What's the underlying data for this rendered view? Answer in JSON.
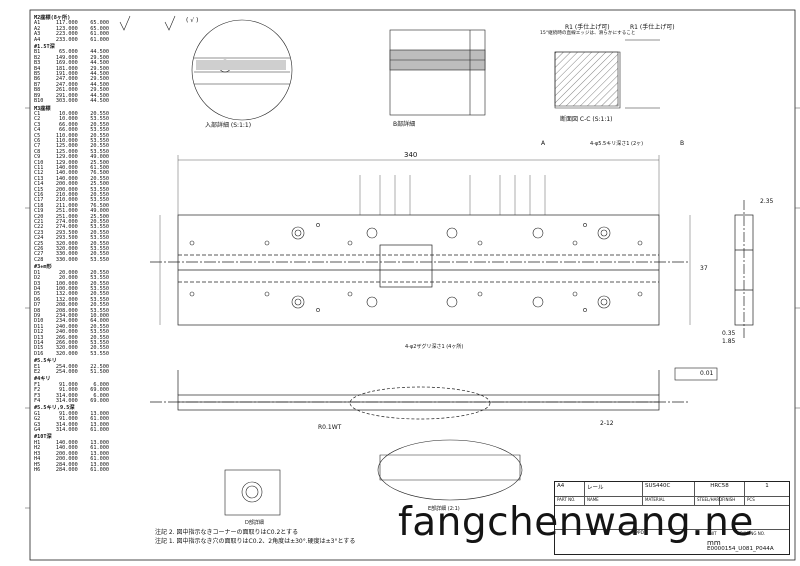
{
  "coord_table": {
    "sections": [
      {
        "title": "M2座標(8ヶ所)",
        "rows": [
          [
            "A1",
            "117.000",
            "65.000"
          ],
          [
            "A2",
            "123.000",
            "65.000"
          ],
          [
            "A3",
            "223.000",
            "61.000"
          ],
          [
            "A4",
            "233.000",
            "61.000"
          ]
        ]
      },
      {
        "title": "#1.5T深",
        "rows": [
          [
            "B1",
            "65.000",
            "44.500"
          ],
          [
            "B2",
            "149.000",
            "29.500"
          ],
          [
            "B3",
            "169.000",
            "44.500"
          ],
          [
            "B4",
            "181.000",
            "29.500"
          ],
          [
            "B5",
            "191.000",
            "44.500"
          ],
          [
            "B6",
            "247.000",
            "29.500"
          ],
          [
            "B7",
            "247.000",
            "44.500"
          ],
          [
            "B8",
            "261.000",
            "29.500"
          ],
          [
            "B9",
            "291.000",
            "44.500"
          ],
          [
            "B10",
            "303.000",
            "44.500"
          ]
        ]
      },
      {
        "title": "M3座標",
        "rows": [
          [
            "C1",
            "10.000",
            "20.550"
          ],
          [
            "C2",
            "10.000",
            "53.550"
          ],
          [
            "C3",
            "66.000",
            "20.550"
          ],
          [
            "C4",
            "66.000",
            "53.550"
          ],
          [
            "C5",
            "110.000",
            "20.550"
          ],
          [
            "C6",
            "110.000",
            "53.550"
          ],
          [
            "C7",
            "125.000",
            "20.550"
          ],
          [
            "C8",
            "125.000",
            "53.550"
          ],
          [
            "C9",
            "129.000",
            "49.000"
          ],
          [
            "C10",
            "129.000",
            "25.500"
          ],
          [
            "C11",
            "140.000",
            "61.500"
          ],
          [
            "C12",
            "140.000",
            "76.500"
          ],
          [
            "C13",
            "140.000",
            "20.550"
          ],
          [
            "C14",
            "200.000",
            "25.500"
          ],
          [
            "C15",
            "200.000",
            "53.550"
          ],
          [
            "C16",
            "210.000",
            "20.550"
          ],
          [
            "C17",
            "210.000",
            "53.550"
          ],
          [
            "C18",
            "211.000",
            "76.500"
          ],
          [
            "C19",
            "251.000",
            "49.000"
          ],
          [
            "C20",
            "251.000",
            "25.500"
          ],
          [
            "C21",
            "274.000",
            "20.550"
          ],
          [
            "C22",
            "274.000",
            "53.550"
          ],
          [
            "C23",
            "293.500",
            "20.550"
          ],
          [
            "C24",
            "293.500",
            "53.550"
          ],
          [
            "C25",
            "320.000",
            "20.550"
          ],
          [
            "C26",
            "320.000",
            "53.550"
          ],
          [
            "C27",
            "330.000",
            "20.550"
          ],
          [
            "C28",
            "330.000",
            "53.550"
          ]
        ]
      },
      {
        "title": "#3+m形",
        "rows": [
          [
            "D1",
            "20.000",
            "20.550"
          ],
          [
            "D2",
            "20.000",
            "53.550"
          ],
          [
            "D3",
            "100.000",
            "20.550"
          ],
          [
            "D4",
            "100.000",
            "53.550"
          ],
          [
            "D5",
            "132.000",
            "20.550"
          ],
          [
            "D6",
            "132.000",
            "53.550"
          ],
          [
            "D7",
            "208.000",
            "20.550"
          ],
          [
            "D8",
            "208.000",
            "53.550"
          ],
          [
            "D9",
            "234.000",
            "10.000"
          ],
          [
            "D10",
            "234.000",
            "64.000"
          ],
          [
            "D11",
            "240.000",
            "20.550"
          ],
          [
            "D12",
            "240.000",
            "53.550"
          ],
          [
            "D13",
            "266.000",
            "20.550"
          ],
          [
            "D14",
            "266.000",
            "53.550"
          ],
          [
            "D15",
            "320.000",
            "20.550"
          ],
          [
            "D16",
            "320.000",
            "53.550"
          ]
        ]
      },
      {
        "title": "#5.5キリ",
        "rows": [
          [
            "E1",
            "254.000",
            "22.500"
          ],
          [
            "E2",
            "254.000",
            "51.500"
          ]
        ]
      },
      {
        "title": "#4キリ",
        "rows": [
          [
            "F1",
            "91.000",
            "6.000"
          ],
          [
            "F2",
            "91.000",
            "69.000"
          ],
          [
            "F3",
            "314.000",
            "6.000"
          ],
          [
            "F4",
            "314.000",
            "69.000"
          ]
        ]
      },
      {
        "title": "#5.5キリ,9.5深",
        "rows": [
          [
            "G1",
            "91.000",
            "13.000"
          ],
          [
            "G2",
            "91.000",
            "61.000"
          ],
          [
            "G3",
            "314.000",
            "13.000"
          ],
          [
            "G4",
            "314.000",
            "61.000"
          ]
        ]
      },
      {
        "title": "#10T深",
        "rows": [
          [
            "H1",
            "140.000",
            "13.000"
          ],
          [
            "H2",
            "140.000",
            "61.000"
          ],
          [
            "H3",
            "200.000",
            "13.000"
          ],
          [
            "H4",
            "200.000",
            "61.000"
          ],
          [
            "H5",
            "284.000",
            "13.000"
          ],
          [
            "H6",
            "284.000",
            "61.000"
          ]
        ]
      }
    ]
  },
  "views": {
    "top_center": "( √ )",
    "section_a": "入部詳細 (S:1:1)",
    "section_b": "B部詳細",
    "section_c": "断面図 C-C (S:1:1)",
    "chamfer_note_1": "R1 (手仕上げ可)",
    "chamfer_note_2": "R1 (手仕上げ可)",
    "edge_note": "15°継続時の直線エッジは、滑らかにすること",
    "dim_340": "340",
    "dim_24": "2-12",
    "label_b": "B",
    "label_a": "A",
    "note_4m8": "4-φ2ザグリ深さ1 (4ヶ所)",
    "thread_note": "4-φ5.5キリ深さ1 (2ヶ)",
    "flatness": "0.01",
    "r07": "R0.1WT",
    "detail_2": "E部詳細 (2:1)",
    "d_detail": "D部詳細",
    "dim_2_35": "2.35",
    "dim_37": "37",
    "dim_0_35": "0.35",
    "dim_1_85": "1.85"
  },
  "title_block": {
    "scale": "A4",
    "name": "レール",
    "material": "SUS440C",
    "treatment": "HRC58",
    "qty": "1",
    "col_part": "PART NO.",
    "col_name": "NAME",
    "col_material": "MATERIAL",
    "col_treat": "STEEL/HARD",
    "col_finish": "FINISH",
    "col_qty": "PCS",
    "appd": "APPD.",
    "unit": "mm",
    "unit_label": "UNIT",
    "drawing_no": "E0000154_U081_P044A",
    "drawing_label": "DRAWING NO."
  },
  "notes": [
    "注記  2. 図中指示なきコーナーの面取りはC0.2とする",
    "注記  1. 図中指示なき穴の面取りはC0.2、2角度は±30°.硬度は±3°とする"
  ],
  "watermark": "fangchenwang.ne"
}
